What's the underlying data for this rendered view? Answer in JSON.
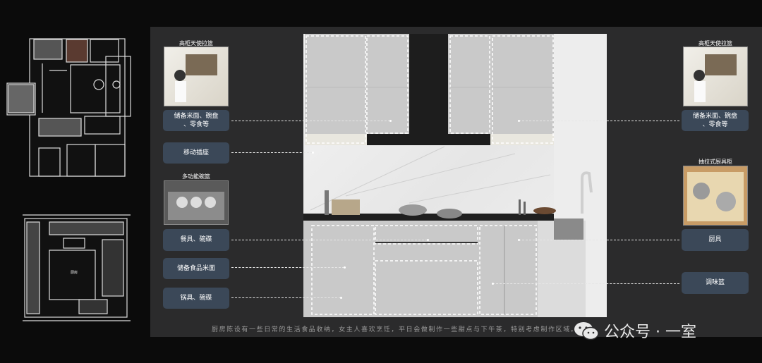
{
  "labels": {
    "left_top_title": "高柜天使拉篮",
    "left_storage": "储备米面、碗盘\n、零食等",
    "socket": "移动插座",
    "left_mid_title": "多功能碗篮",
    "tableware": "餐具、碗碟",
    "food_storage": "储备食品米面",
    "cookware": "锅具、碗碟",
    "right_top_title": "高柜天使拉篮",
    "right_storage": "储备米面、碗盘\n、零食等",
    "right_mid_title": "抽拉式厨具柜",
    "kitchenware": "厨具",
    "seasoning": "调味篮"
  },
  "caption": "厨房陈设有一些日常的生活食品收纳，女主人喜欢烹饪，平日会做制作一些甜点与下午茶，特别考虑制作区域。",
  "watermark": "公众号 · 一室",
  "plan_text": "厨房"
}
